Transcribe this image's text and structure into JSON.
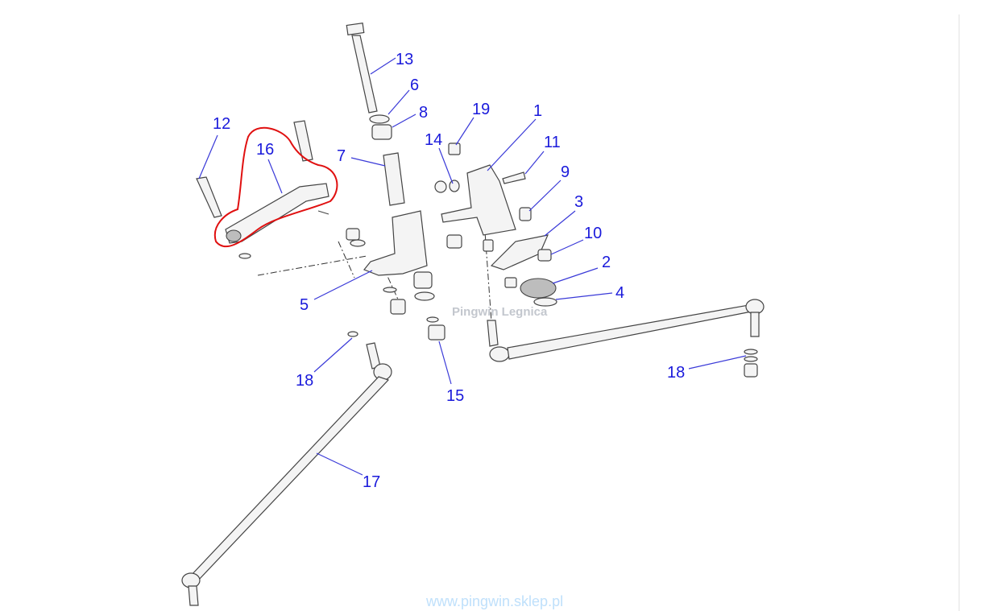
{
  "diagram": {
    "callouts": [
      "13",
      "6",
      "8",
      "19",
      "1",
      "11",
      "14",
      "9",
      "3",
      "10",
      "2",
      "4",
      "12",
      "16",
      "7",
      "5",
      "18",
      "15",
      "17",
      "18"
    ],
    "highlight_color": "#e01010",
    "label_color": "#1a1adb"
  },
  "watermark": "Pingwin Legnica",
  "footer_url": "www.pingwin.sklep.pl"
}
